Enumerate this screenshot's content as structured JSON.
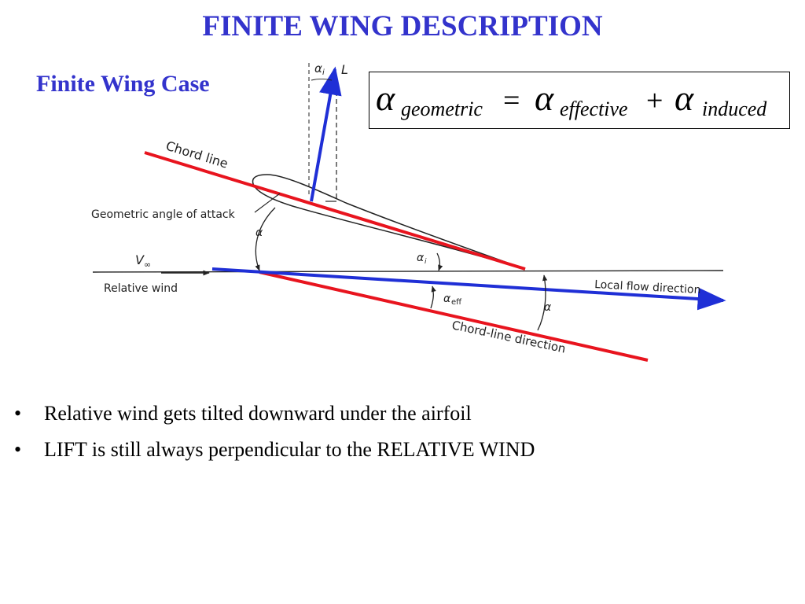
{
  "slide": {
    "title": "FINITE WING DESCRIPTION",
    "subtitle": "Finite Wing Case"
  },
  "equation": {
    "alpha": "α",
    "sub_geometric": "geometric",
    "equals": "=",
    "sub_effective": "effective",
    "plus": "+",
    "sub_induced": "induced"
  },
  "diagram": {
    "labels": {
      "lift_alpha_i": "α",
      "lift_alpha_i_sub": "i",
      "lift_L": "L",
      "chord_line": "Chord line",
      "geometric_aoa": "Geometric angle of attack",
      "alpha_left": "α",
      "v_inf": "V",
      "v_inf_sub": "∞",
      "relative_wind": "Relative wind",
      "alpha_i_center": "α",
      "alpha_i_center_sub": "i",
      "local_flow": "Local flow direction",
      "alpha_eff": "α",
      "alpha_eff_sub": "eff",
      "alpha_right": "α",
      "chord_line_direction": "Chord-line direction"
    },
    "colors": {
      "red_line": "#e8141e",
      "blue_line": "#1f2fd6",
      "ink": "#222222"
    }
  },
  "bullets": [
    {
      "marker": "•",
      "text": "Relative wind gets tilted downward under the airfoil"
    },
    {
      "marker": "•",
      "text": "LIFT is still always perpendicular to the RELATIVE WIND"
    }
  ]
}
